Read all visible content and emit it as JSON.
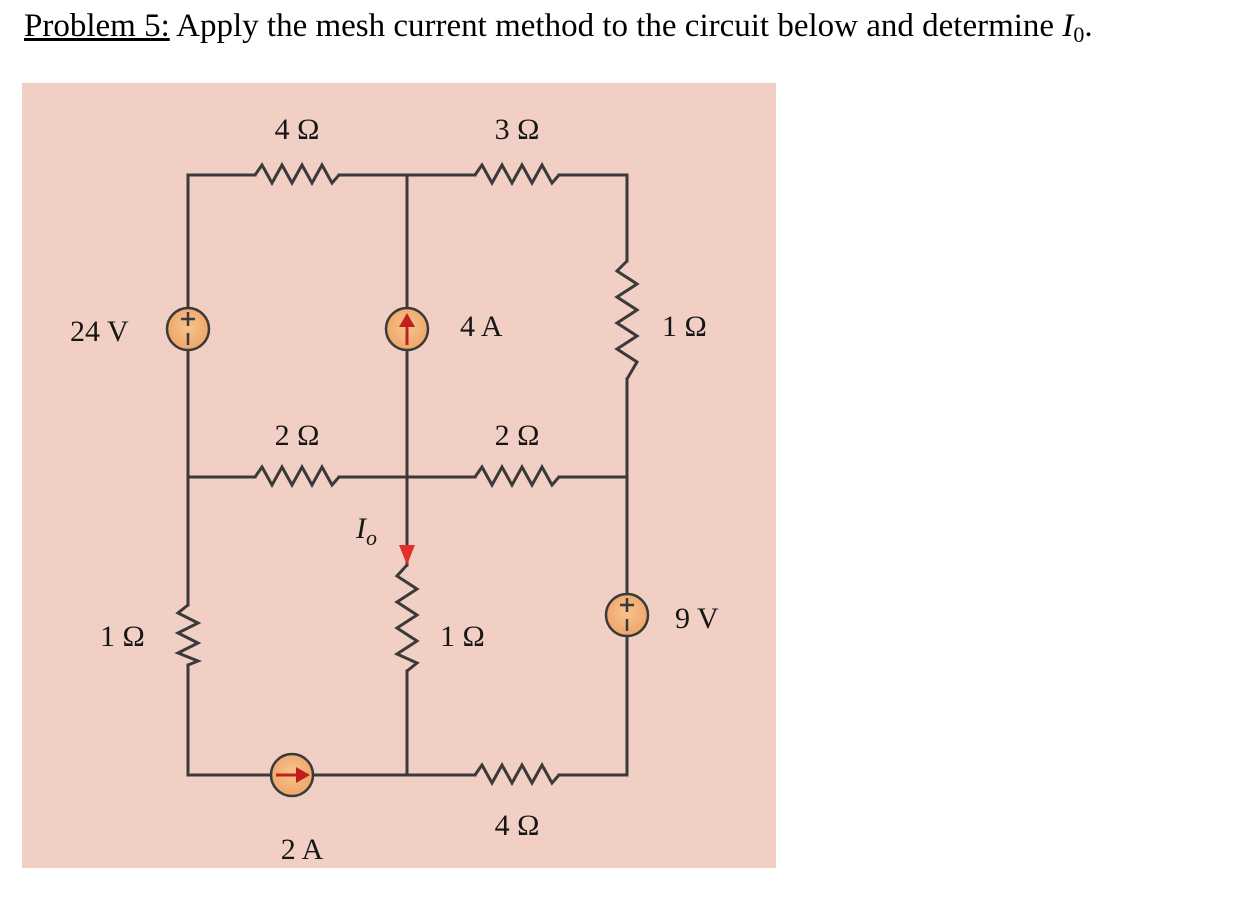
{
  "problem": {
    "lead": "Problem 5:",
    "text": " Apply the mesh current method to the circuit below and determine ",
    "var": "I",
    "sub": "0",
    "end": "."
  },
  "circuit": {
    "labels": {
      "r_top_left": "4 Ω",
      "r_top_right": "3 Ω",
      "v_source_left": "24 V",
      "i_source_mid": "4 A",
      "r_right_upper": "1 Ω",
      "r_mid_left": "2 Ω",
      "r_mid_right": "2 Ω",
      "current_io": "I",
      "current_io_sub": "o",
      "r_left_lower": "1 Ω",
      "r_center_lower": "1 Ω",
      "v_source_right": "9 V",
      "r_bottom_right": "4 Ω",
      "i_source_bottom": "2 A"
    },
    "colors": {
      "background": "#f2cfc4",
      "wire": "#3a3a3a",
      "source_fill": "#f2ad6e",
      "arrow": "#e0302a"
    }
  }
}
